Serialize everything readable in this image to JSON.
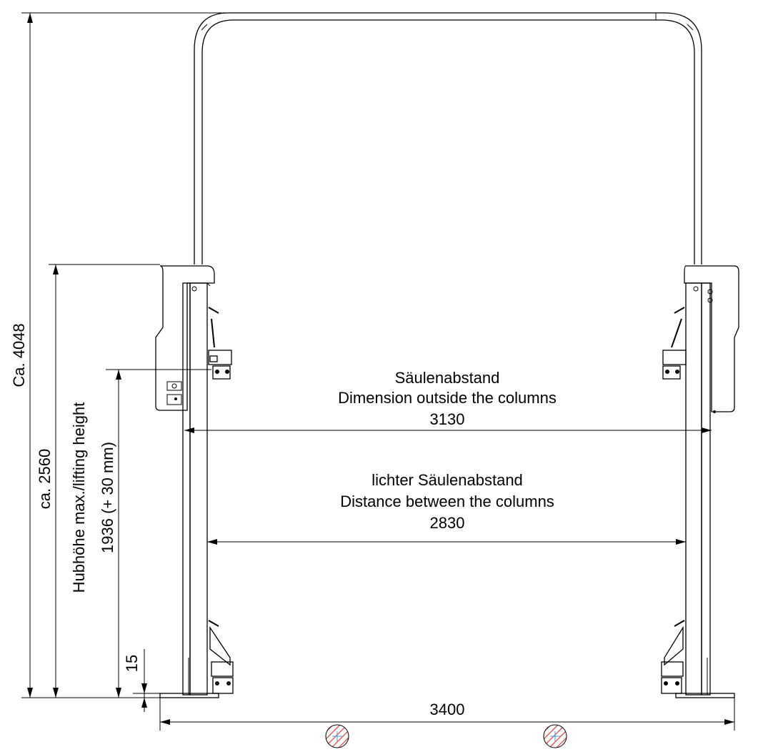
{
  "dimensions": {
    "overall_height": "Ca. 4048",
    "column_height": "ca. 2560",
    "lifting_height_label": "Hubhöhe max./lifting height",
    "lifting_height_value": "1936 (+ 30 mm)",
    "min_height": "15",
    "outside_columns_label_de": "Säulenabstand",
    "outside_columns_label_en": "Dimension outside the columns",
    "outside_columns_value": "3130",
    "between_columns_label_de": "lichter Säulenabstand",
    "between_columns_label_en": "Distance between the columns",
    "between_columns_value": "2830",
    "overall_width": "3400"
  },
  "colors": {
    "line": "#000000",
    "hatch": "#e05a5a",
    "anchor_center": "#3aa0d8"
  }
}
